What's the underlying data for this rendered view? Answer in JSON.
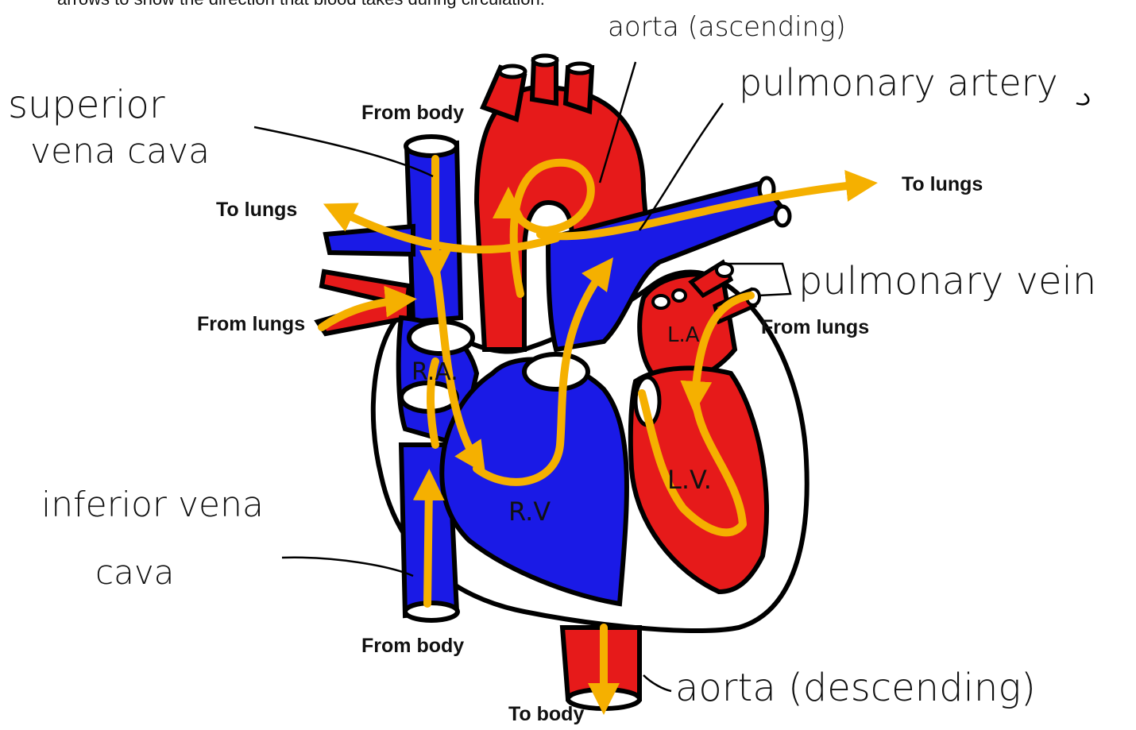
{
  "instruction_fragment": "arrows to show the direction that blood takes during circulation.",
  "colors": {
    "oxygen_poor": "#1a1ae6",
    "oxygen_rich": "#e61a1a",
    "flow_arrow": "#f5b000",
    "outline": "#000000"
  },
  "labels": {
    "aorta_ascending": "aorta (ascending)",
    "pulmonary_artery": "pulmonary artery",
    "superior_vena_cava_line1": "superior",
    "superior_vena_cava_line2": "vena cava",
    "pulmonary_vein": "pulmonary vein",
    "inferior_vena_cava_line1": "inferior vena",
    "inferior_vena_cava_line2": "cava",
    "aorta_descending": "aorta (descending)"
  },
  "flow_labels": {
    "from_body_top": "From body",
    "to_lungs_left": "To lungs",
    "to_lungs_right": "To lungs",
    "from_lungs_left": "From lungs",
    "from_lungs_right": "From lungs",
    "from_body_bottom": "From body",
    "to_body": "To body"
  },
  "chambers": {
    "right_atrium": "R.A.",
    "right_ventricle": "R.V",
    "left_atrium": "L.A",
    "left_ventricle": "L.V."
  }
}
